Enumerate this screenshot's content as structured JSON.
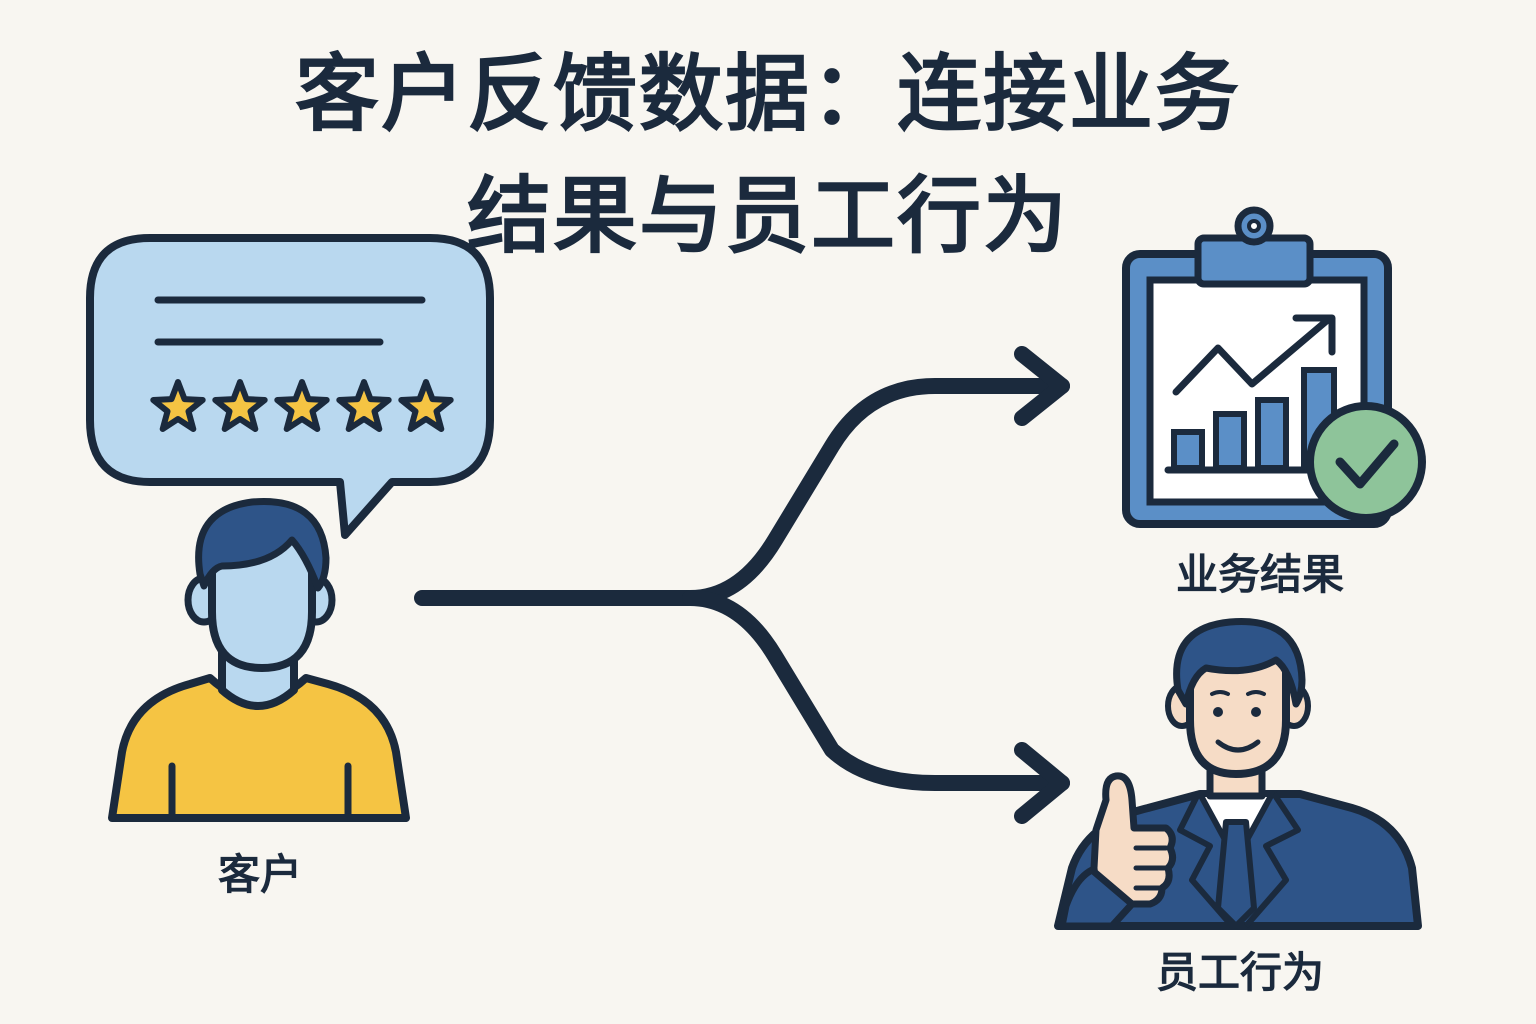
{
  "title": {
    "line1": "客户反馈数据：连接业务",
    "line2": "结果与员工行为"
  },
  "nodes": {
    "customer": {
      "label": "客户",
      "icon": "customer-person-icon"
    },
    "business_results": {
      "label": "业务结果",
      "icon": "clipboard-chart-icon"
    },
    "employee_behavior": {
      "label": "员工行为",
      "icon": "employee-thumbs-up-icon"
    }
  },
  "feedback": {
    "icon": "speech-bubble-icon",
    "rating_stars": 5,
    "rating_max": 5
  },
  "colors": {
    "ink": "#1b2a3d",
    "background": "#f8f6f1",
    "light_blue": "#b9d8ef",
    "mid_blue": "#5b8fc7",
    "dark_blue": "#2e5488",
    "yellow": "#f5c443",
    "green": "#8ec49a",
    "skin": "#f6dcc6"
  }
}
